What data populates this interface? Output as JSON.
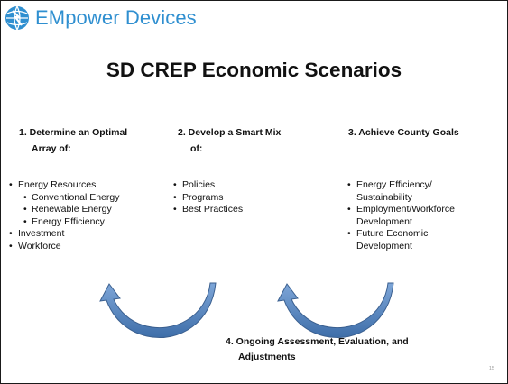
{
  "brand": {
    "name": "EMpower Devices",
    "logo_icon": "globe-outage-logo-icon",
    "color": "#2f8fd0"
  },
  "title": "SD CREP Economic Scenarios",
  "columns": [
    {
      "heading_line1": "1. Determine an Optimal",
      "heading_line2": "Array of:",
      "items": [
        {
          "text": "Energy Resources",
          "level": 1
        },
        {
          "text": "Conventional Energy",
          "level": 2
        },
        {
          "text": "Renewable Energy",
          "level": 2
        },
        {
          "text": "Energy Efficiency",
          "level": 2
        },
        {
          "text": "Investment",
          "level": 1
        },
        {
          "text": "Workforce",
          "level": 1
        }
      ]
    },
    {
      "heading_line1": "2. Develop a Smart Mix",
      "heading_line2": "of:",
      "items": [
        {
          "text": "Policies",
          "level": 1
        },
        {
          "text": "Programs",
          "level": 1
        },
        {
          "text": "Best Practices",
          "level": 1
        }
      ]
    },
    {
      "heading_line1": "3. Achieve County Goals",
      "heading_line2": "",
      "items": [
        {
          "line1": "Energy Efficiency/",
          "line2": "Sustainability"
        },
        {
          "line1": "Employment/Workforce",
          "line2": "Development"
        },
        {
          "line1": "Future Economic",
          "line2": "Development"
        }
      ]
    }
  ],
  "bottom": {
    "line1": "4. Ongoing Assessment, Evaluation, and",
    "line2": "Adjustments"
  },
  "arrow_color": "#4f81bd",
  "slide_number": "15"
}
